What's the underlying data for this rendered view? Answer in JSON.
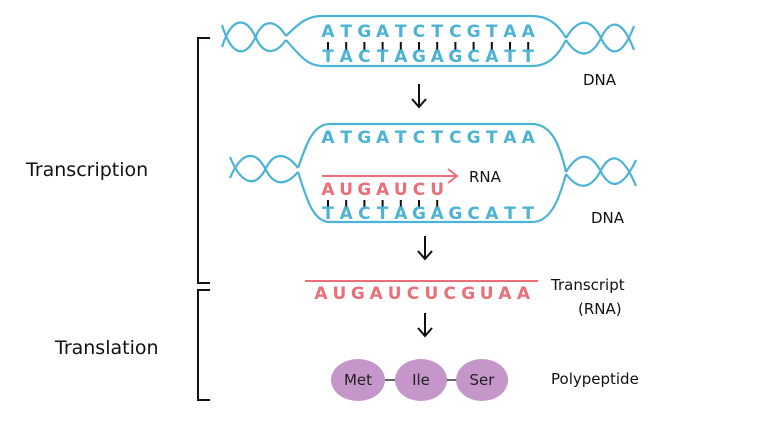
{
  "colors": {
    "dna": "#4db3d4",
    "rna": "#ea6f79",
    "amino_acid": "#c596c9",
    "ink": "#111111"
  },
  "stages": {
    "transcription": "Transcription",
    "translation": "Translation"
  },
  "dna_top": {
    "coding": [
      "A",
      "T",
      "G",
      "A",
      "T",
      "C",
      "T",
      "C",
      "G",
      "T",
      "A",
      "A"
    ],
    "template": [
      "T",
      "A",
      "C",
      "T",
      "A",
      "G",
      "A",
      "G",
      "C",
      "A",
      "T",
      "T"
    ],
    "label": "DNA"
  },
  "dna_open": {
    "coding": [
      "A",
      "T",
      "G",
      "A",
      "T",
      "C",
      "T",
      "C",
      "G",
      "T",
      "A",
      "A"
    ],
    "rna_partial": [
      "A",
      "U",
      "G",
      "A",
      "U",
      "C",
      "U"
    ],
    "rna_label": "RNA",
    "template": [
      "T",
      "A",
      "C",
      "T",
      "A",
      "G",
      "A",
      "G",
      "C",
      "A",
      "T",
      "T"
    ],
    "label": "DNA"
  },
  "transcript": {
    "sequence": [
      "A",
      "U",
      "G",
      "A",
      "U",
      "C",
      "U",
      "C",
      "G",
      "U",
      "A",
      "A"
    ],
    "label_line1": "Transcript",
    "label_line2": "(RNA)"
  },
  "polypeptide": {
    "amino_acids": [
      "Met",
      "Ile",
      "Ser"
    ],
    "label": "Polypeptide"
  },
  "arrow_icon": "down-arrow-icon"
}
